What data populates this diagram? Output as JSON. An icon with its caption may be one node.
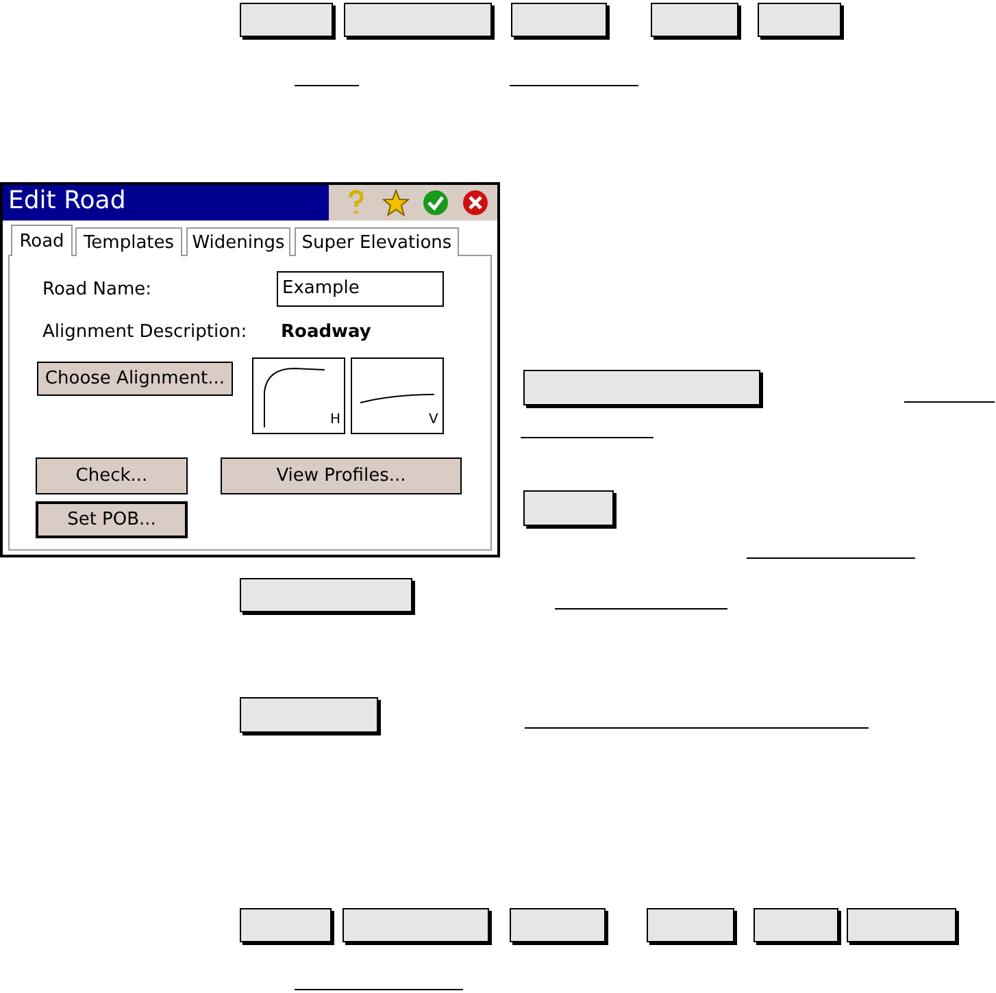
{
  "diagram": {
    "labels": [
      "Edit Road",
      "Road",
      "Templates",
      "Widenings",
      "Super Elevations",
      "Road Name:",
      "Example",
      "Alignment Description:",
      "Roadway",
      "Choose Alignment...",
      "H",
      "V",
      "Check...",
      "View Profiles...",
      "Set POB..."
    ]
  }
}
